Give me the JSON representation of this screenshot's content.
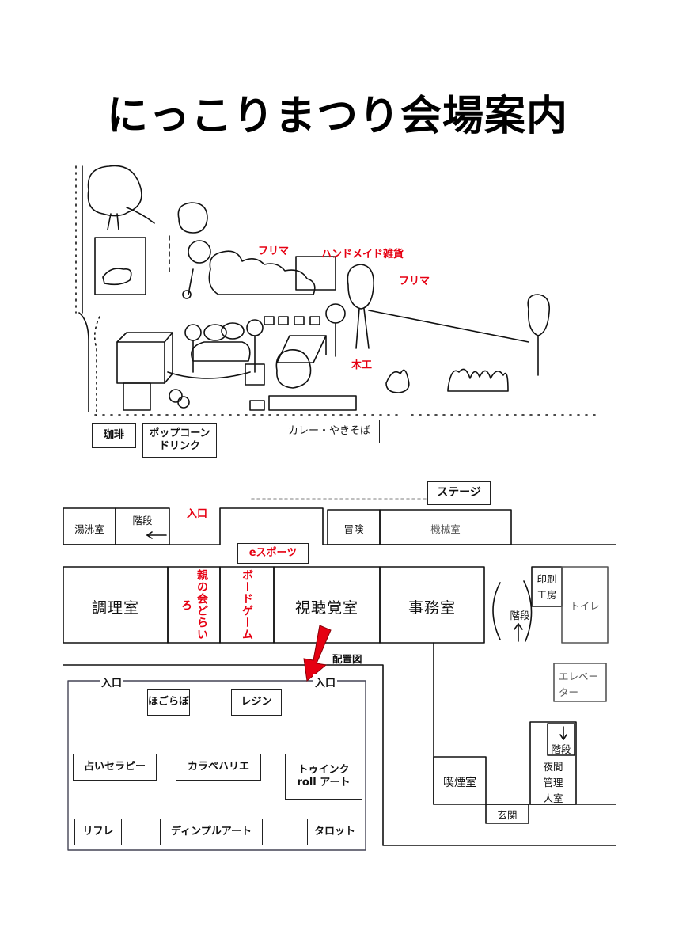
{
  "title": "にっこりまつり会場案内",
  "outdoor": {
    "flea_market_1": "フリマ",
    "handmade": "ハンドメイド雑貨",
    "flea_market_2": "フリマ",
    "woodwork": "木工",
    "coffee": "珈琲",
    "popcorn_line1": "ポップコーン",
    "popcorn_line2": "ドリンク",
    "curry": "カレー・やきそば"
  },
  "building": {
    "stage": "ステージ",
    "water_room": "湯沸室",
    "stairs_top": "階段",
    "entrance_top": "入口",
    "adventure": "冒険",
    "machine_room": "機械室",
    "esports": "eスポーツ",
    "cooking_room": "調理室",
    "parent_child": "親の会どらいろ",
    "board_game": "ボードゲーム",
    "av_room": "視聴覚室",
    "office": "事務室",
    "print_workshop_1": "印刷",
    "print_workshop_2": "工房",
    "toilet": "トイレ",
    "stairs_mid": "階段",
    "layout_label": "配置図",
    "elevator_1": "エレベー",
    "elevator_2": "ター",
    "smoking_room": "喫煙室",
    "stairs_low": "階段",
    "night_guard_1": "夜間",
    "night_guard_2": "管理",
    "night_guard_3": "人室",
    "front_door": "玄関"
  },
  "layout": {
    "entrance_left": "入口",
    "entrance_right": "入口",
    "booths": [
      "ほごらぼ",
      "レジン",
      "占いセラピー",
      "カラペハリエ",
      "トゥインク",
      "roll アート",
      "リフレ",
      "ディンプルアート",
      "タロット"
    ]
  },
  "colors": {
    "accent_red": "#e60012",
    "ink": "#111111"
  }
}
